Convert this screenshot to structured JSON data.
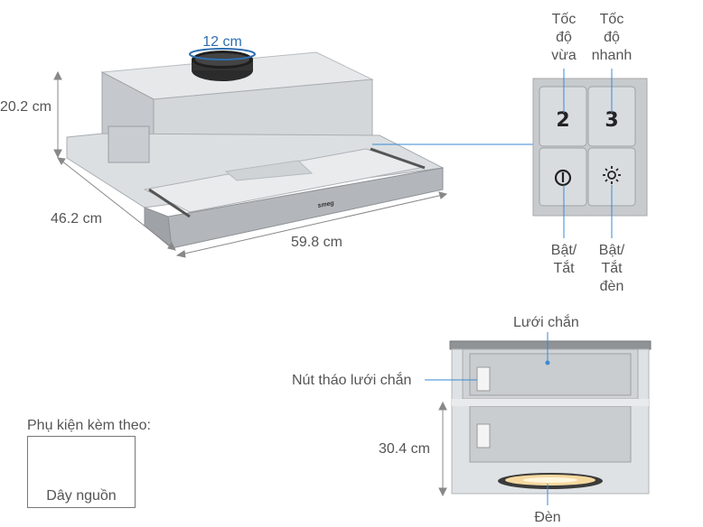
{
  "top": {
    "duct_diameter": "12 cm",
    "height": "20.2 cm",
    "depth": "46.2 cm",
    "width": "59.8 cm",
    "brand": "smeg"
  },
  "control_panel": {
    "speed_medium_label": "Tốc\nđộ\nvừa",
    "speed_fast_label": "Tốc\nđộ\nnhanh",
    "button_2": "2",
    "button_3": "3",
    "power_label": "Bật/\nTắt",
    "light_label": "Bật/\nTắt\nđèn"
  },
  "bottom": {
    "grease_filter_label": "Lưới chắn",
    "filter_release_label": "Nút tháo lưới chắn",
    "drawer_height": "30.4 cm",
    "lamp_label": "Đèn"
  },
  "accessories": {
    "title": "Phụ kiện kèm theo:",
    "item": "Dây nguồn"
  },
  "colors": {
    "accent_blue": "#2f6fb0",
    "leader_line": "#3a8ad0"
  }
}
